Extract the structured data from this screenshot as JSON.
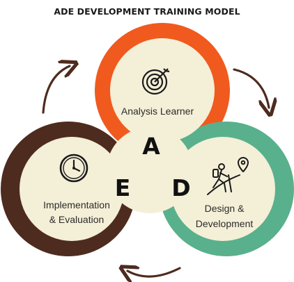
{
  "title": "ADE DEVELOPMENT TRAINING MODEL",
  "colors": {
    "analysis": "#f05a1e",
    "implementation": "#4e2b1f",
    "design": "#59b08c",
    "inner": "#f4efd7",
    "arrows": "#4e2b1f"
  },
  "sections": {
    "analysis": {
      "letter": "A",
      "label": "Analysis Learner",
      "icon": "target-icon"
    },
    "design": {
      "letter": "D",
      "label_line1": "Design &",
      "label_line2": "Development",
      "icon": "hiker-icon"
    },
    "implementation": {
      "letter": "E",
      "label_line1": "Implementation",
      "label_line2": "& Evaluation",
      "icon": "clock-icon"
    }
  }
}
